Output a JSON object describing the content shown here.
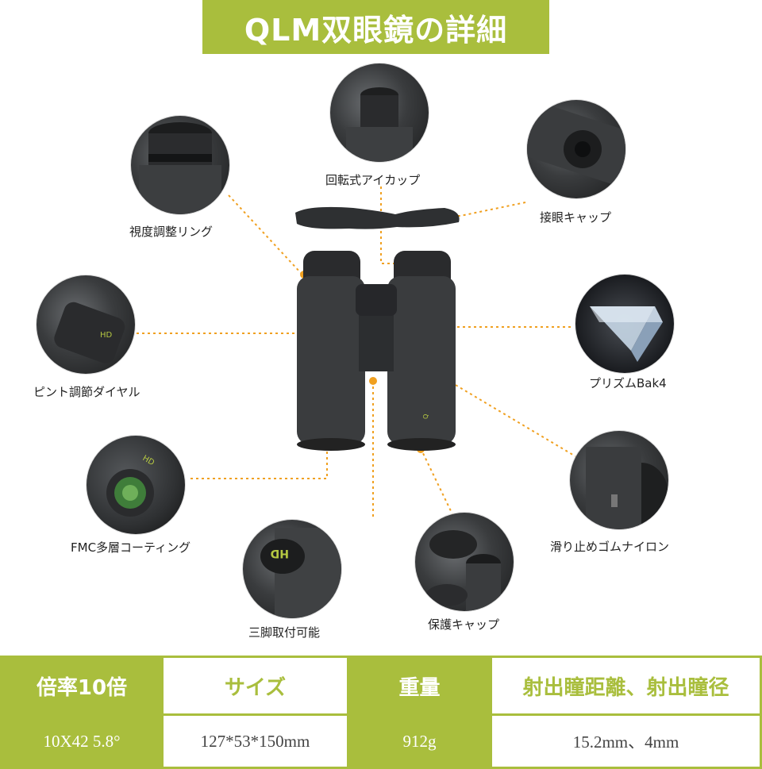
{
  "title": "QLM双眼鏡の詳細",
  "features": [
    {
      "label": "回転式アイカップ",
      "icon": "eyecup-closeup-icon"
    },
    {
      "label": "視度調整リング",
      "icon": "diopter-ring-closeup-icon"
    },
    {
      "label": "接眼キャップ",
      "icon": "ocular-cap-closeup-icon"
    },
    {
      "label": "ピント調節ダイヤル",
      "icon": "focus-dial-closeup-icon"
    },
    {
      "label": "プリズムBak4",
      "icon": "prism-icon"
    },
    {
      "label": "FMC多層コーティング",
      "icon": "lens-coating-closeup-icon"
    },
    {
      "label": "滑り止めゴムナイロン",
      "icon": "rubber-armor-closeup-icon"
    },
    {
      "label": "三脚取付可能",
      "icon": "tripod-mount-closeup-icon"
    },
    {
      "label": "保護キャップ",
      "icon": "protective-cap-closeup-icon"
    }
  ],
  "specs": {
    "headers": [
      "倍率10倍",
      "サイズ",
      "重量",
      "射出瞳距離、射出瞳径"
    ],
    "values": [
      "10X42 5.8°",
      "127*53*150mm",
      "912g",
      "15.2mm、4mm"
    ]
  },
  "colors": {
    "accent": "#a9be3d",
    "dot": "#f0a020"
  }
}
